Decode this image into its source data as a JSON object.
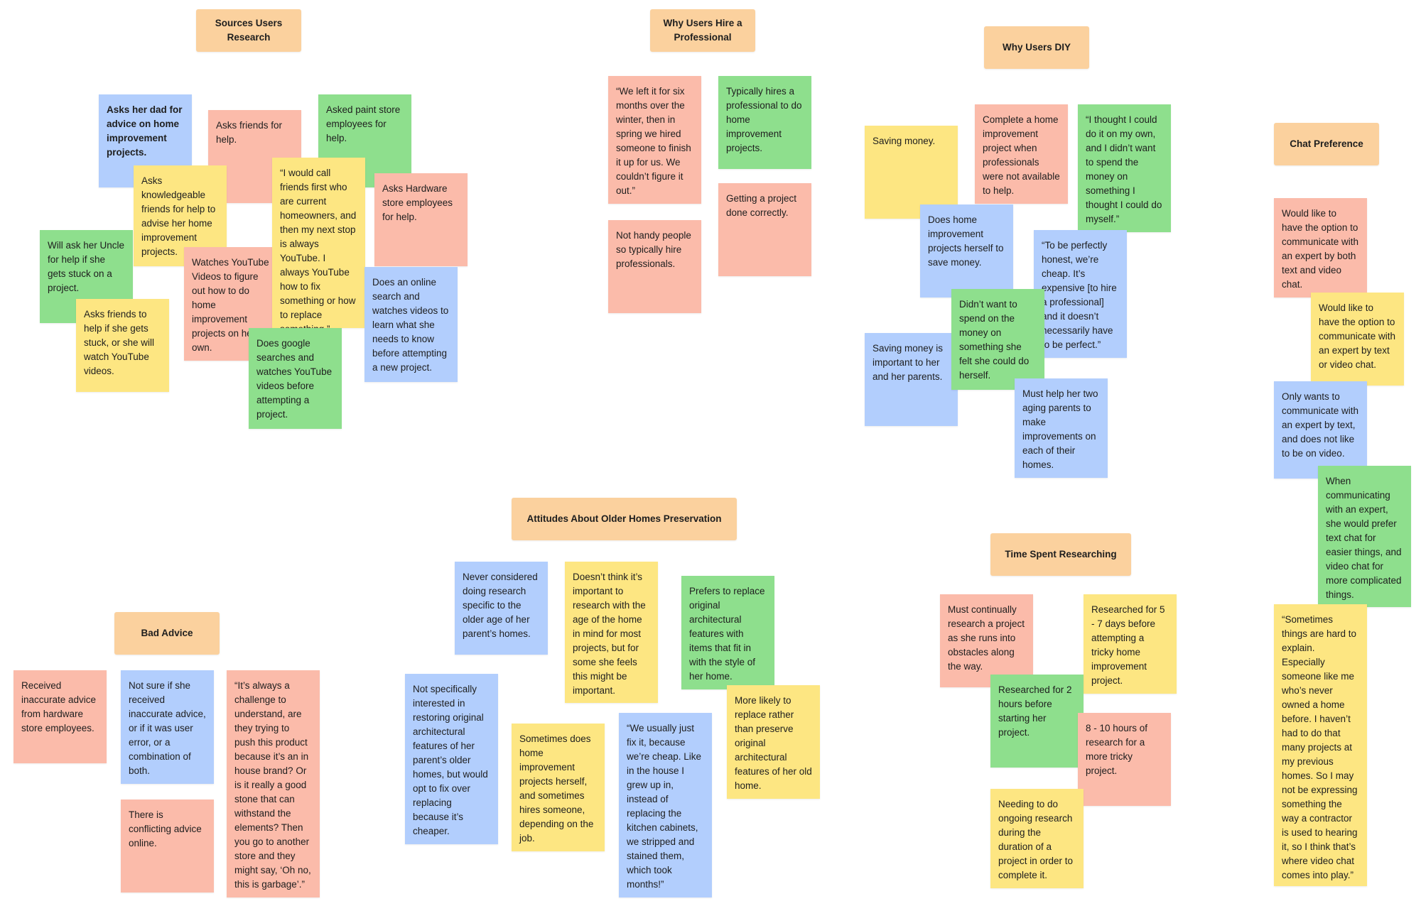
{
  "colors": {
    "header": "#fbd19e",
    "blue": "#b2cefd",
    "pink": "#fbbbaa",
    "green": "#8edf8d",
    "yellow": "#fde682"
  },
  "groups": {
    "sources": {
      "title": "Sources Users Research",
      "notes": {
        "dad": "Asks her dad for advice on home improvement projects.",
        "friends": "Asks friends for help.",
        "paint": "Asked paint store employees for help.",
        "knowledgeable": "Asks knowledgeable friends for help to advise her home improvement projects.",
        "call_friends": "“I would call friends first who are current homeowners, and then my next stop is always YouTube. I always YouTube how to fix something or how to replace something.”",
        "hardware": "Asks Hardware store employees for help.",
        "uncle": "Will ask her Uncle for help  if she gets stuck on a project.",
        "youtube_videos": "Watches YouTube Videos to figure out how to do home improvement projects on her own.",
        "online_search": "Does an online search and watches videos to learn what she needs to know before attempting a new project.",
        "friends_stuck": "Asks friends to help if she gets stuck, or she will watch YouTube videos.",
        "google": "Does google searches and watches YouTube videos before attempting a project."
      }
    },
    "hire": {
      "title": "Why Users Hire a Professional",
      "notes": {
        "six_months": "“We left it for six months over the winter, then in spring we hired someone to finish it up for us. We couldn’t figure it out.”",
        "typically_hires": "Typically hires a professional to do home improvement projects.",
        "done_correctly": "Getting a project done correctly.",
        "not_handy": "Not handy people so typically hire professionals."
      }
    },
    "diy": {
      "title": "Why Users DIY",
      "notes": {
        "saving": "Saving money.",
        "complete": "Complete a home improvement project when professionals were not available to help.",
        "thought_could": "“I thought I could do it on my own, and I didn’t want to spend the money on something I thought I could do myself.”",
        "save_money": "Does home improvement projects herself to save money.",
        "honest": "“To be perfectly honest, we’re cheap. It’s expensive [to hire a professional] and it doesn’t necessarily have to be perfect.”",
        "important": "Saving money is important to her and her parents.",
        "didnt_want": "Didn’t want to spend on the money on something she felt she could do herself.",
        "aging": "Must help her two aging parents to make improvements on each of their homes."
      }
    },
    "chat": {
      "title": "Chat Preference",
      "notes": {
        "option_both": "Would like to have the option to communicate with an expert by both text and video chat.",
        "text_or_video": "Would like to have the option to communicate with an expert by text or video chat.",
        "only_text": "Only wants to communicate with an expert by text, and does not like to be on video.",
        "when_comm": "When communicating with an expert, she would prefer text chat for easier things, and video chat for more complicated things.",
        "hard_explain": "“Sometimes things are hard to explain. Especially someone like me who’s never owned a home before. I haven’t had to do that many projects at my previous homes. So I may not be expressing something the way a contractor is used to hearing it, so I think that’s where video chat comes into play.”"
      }
    },
    "attitudes": {
      "title": "Attitudes About Older Homes Preservation",
      "notes": {
        "never": "Never considered doing research specific to the older age of her parent’s homes.",
        "doesnt_think": "Doesn’t think it’s important to research with the age of the home in mind for most projects, but for some she feels this might be important.",
        "prefers": "Prefers to replace original architectural features with items that fit in with the style of her home.",
        "not_specifically": "Not specifically interested in restoring original architectural features of her parent’s older homes, but would opt to fix over replacing because it’s cheaper.",
        "sometimes": "Sometimes does home improvement projects herself, and sometimes hires someone, depending on the job.",
        "usually_fix": "“We usually just fix it, because we’re cheap. Like in the house I grew up in, instead of replacing the kitchen cabinets, we stripped and stained them, which took months!”",
        "more_likely": "More likely to replace rather than preserve original architectural features of her old home."
      }
    },
    "bad": {
      "title": "Bad Advice",
      "notes": {
        "received": "Received inaccurate advice from hardware store employees.",
        "not_sure": "Not sure if she received inaccurate advice, or if it was user error, or a combination of both.",
        "challenge": "“It’s always a challenge to understand, are they trying to push this product because it’s an in house brand? Or is it really a good stone that can withstand the elements? Then you go to another store and they might say, ‘Oh no, this is garbage’.”",
        "conflicting": "There is conflicting advice online."
      }
    },
    "time": {
      "title": "Time Spent Researching",
      "notes": {
        "continually": "Must continually research a project as she runs into obstacles along the way.",
        "five_seven": "Researched for 5 - 7 days before attempting a tricky home improvement project.",
        "two_hours": "Researched for 2 hours before starting her project.",
        "eight_ten": "8 - 10 hours of research for a more tricky project.",
        "ongoing": "Needing to do ongoing research during the duration of a project in order to complete it."
      }
    }
  }
}
